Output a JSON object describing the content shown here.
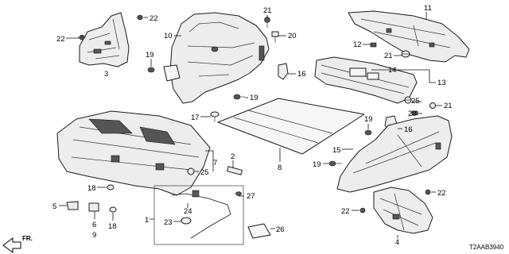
{
  "diagram": {
    "code": "T2AAB3940",
    "direction_label": "FR.",
    "callouts": [
      {
        "id": "c22a",
        "text": "22"
      },
      {
        "id": "c22b",
        "text": "22"
      },
      {
        "id": "c3",
        "text": "3"
      },
      {
        "id": "c10",
        "text": "10"
      },
      {
        "id": "c21a",
        "text": "21"
      },
      {
        "id": "c20a",
        "text": "20"
      },
      {
        "id": "c19a",
        "text": "19"
      },
      {
        "id": "c16a",
        "text": "16"
      },
      {
        "id": "c19b",
        "text": "19"
      },
      {
        "id": "c11",
        "text": "11"
      },
      {
        "id": "c12",
        "text": "12"
      },
      {
        "id": "c21b",
        "text": "21"
      },
      {
        "id": "c14",
        "text": "14"
      },
      {
        "id": "c13",
        "text": "13"
      },
      {
        "id": "c25a",
        "text": "25"
      },
      {
        "id": "c21c",
        "text": "21"
      },
      {
        "id": "c20b",
        "text": "20"
      },
      {
        "id": "c19c",
        "text": "19"
      },
      {
        "id": "c16b",
        "text": "16"
      },
      {
        "id": "c17",
        "text": "17"
      },
      {
        "id": "c15",
        "text": "15"
      },
      {
        "id": "c7",
        "text": "7"
      },
      {
        "id": "c2",
        "text": "2"
      },
      {
        "id": "c25b",
        "text": "25"
      },
      {
        "id": "c8",
        "text": "8"
      },
      {
        "id": "c19d",
        "text": "19"
      },
      {
        "id": "c18a",
        "text": "18"
      },
      {
        "id": "c27",
        "text": "27"
      },
      {
        "id": "c22c",
        "text": "22"
      },
      {
        "id": "c5",
        "text": "5"
      },
      {
        "id": "c24",
        "text": "24"
      },
      {
        "id": "c6",
        "text": "6"
      },
      {
        "id": "c9",
        "text": "9"
      },
      {
        "id": "c18b",
        "text": "18"
      },
      {
        "id": "c23",
        "text": "23"
      },
      {
        "id": "c1",
        "text": "1"
      },
      {
        "id": "c26",
        "text": "26"
      },
      {
        "id": "c22d",
        "text": "22"
      },
      {
        "id": "c4",
        "text": "4"
      }
    ]
  }
}
